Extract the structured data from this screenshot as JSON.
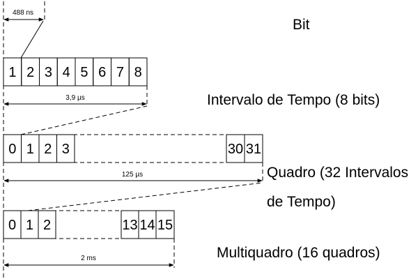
{
  "labels": {
    "bit": "Bit",
    "interval": "Intervalo de Tempo (8 bits)",
    "frame_line1": "Quadro (32 Intervalos",
    "frame_line2": "de Tempo)",
    "multiframe": "Multiquadro (16 quadros)"
  },
  "dimensions": {
    "bit_duration": "488 ns",
    "interval_duration": "3,9 µs",
    "frame_duration": "125 µs",
    "multiframe_duration": "2 ms"
  },
  "rows": {
    "bits": [
      "1",
      "2",
      "3",
      "4",
      "5",
      "6",
      "7",
      "8"
    ],
    "intervals_left": [
      "0",
      "1",
      "2",
      "3"
    ],
    "intervals_right": [
      "30",
      "31"
    ],
    "frames_left": [
      "0",
      "1",
      "2"
    ],
    "frames_right": [
      "13",
      "14",
      "15"
    ]
  }
}
